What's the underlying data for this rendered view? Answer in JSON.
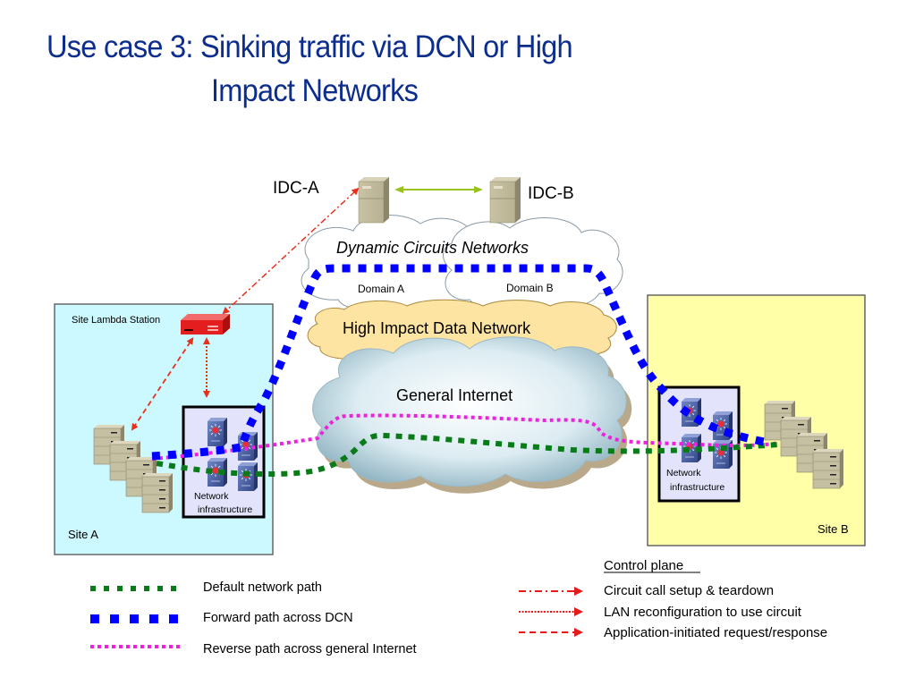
{
  "title": {
    "line1": "Use case 3:  Sinking traffic via DCN or High",
    "line2": "Impact Networks"
  },
  "nodes": {
    "idc_a": "IDC-A",
    "idc_b": "IDC-B",
    "dcn_cloud": "Dynamic Circuits Networks",
    "domain_a": "Domain A",
    "domain_b": "Domain B",
    "hidn_cloud": "High Impact Data Network",
    "internet_cloud": "General Internet",
    "lambda_station": "Site Lambda Station",
    "site_a": "Site A",
    "site_b": "Site B",
    "net_infra_a_line1": "Network",
    "net_infra_a_line2": "infrastructure",
    "net_infra_b_line1": "Network",
    "net_infra_b_line2": "infrastructure"
  },
  "colors": {
    "title": "#0d2d8c",
    "site_a_bg": "#ccf8ff",
    "site_b_bg": "#ffffa8",
    "default_path": "#0a7a1a",
    "forward_path": "#0000ff",
    "reverse_path": "#ee22dd",
    "control": "#e8301a",
    "idc_link": "#9ac21f",
    "hidn_fill": "#fde4a3"
  },
  "legend": {
    "data_plane": [
      {
        "style": "default",
        "label": "Default network path"
      },
      {
        "style": "forward",
        "label": "Forward path across DCN"
      },
      {
        "style": "reverse",
        "label": "Reverse path across general Internet"
      }
    ],
    "control_plane_title": "Control plane",
    "control_plane": [
      {
        "style": "dash-dot",
        "label": "Circuit call setup & teardown"
      },
      {
        "style": "dotted",
        "label": "LAN reconfiguration to use circuit"
      },
      {
        "style": "dashed",
        "label": "Application-initiated request/response"
      }
    ]
  }
}
